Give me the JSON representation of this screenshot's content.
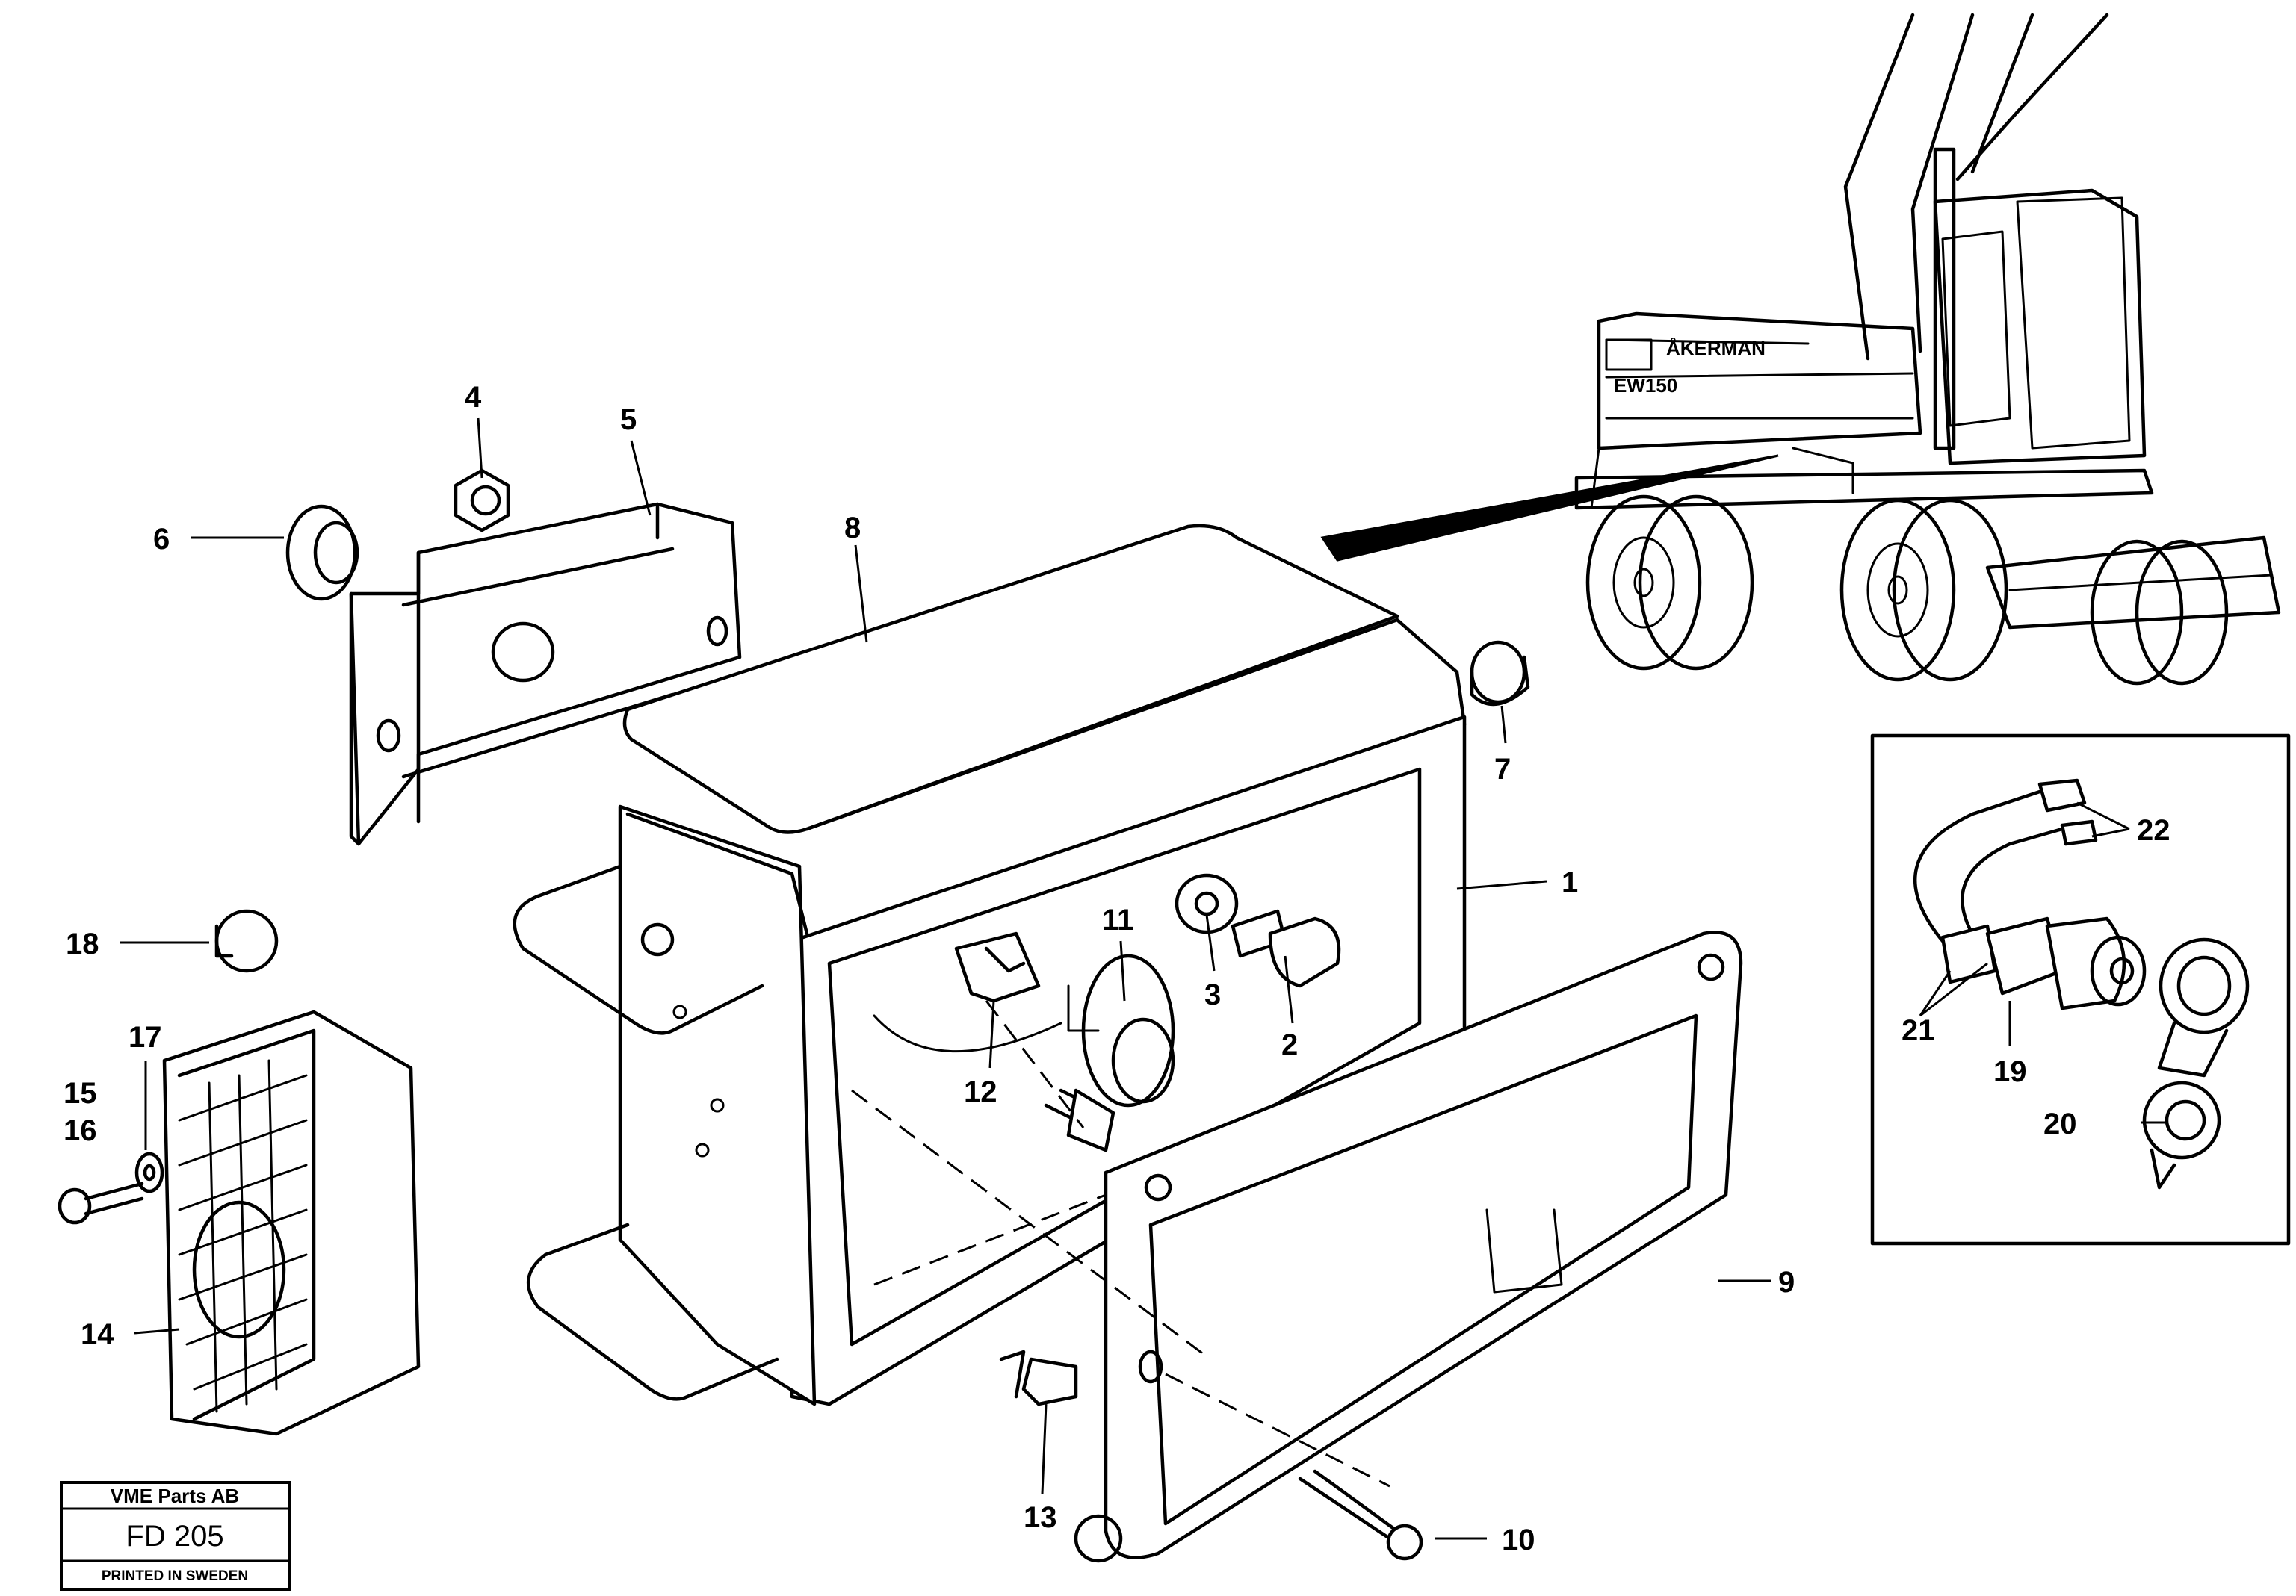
{
  "title_block": {
    "company": "VME Parts AB",
    "drawing_number": "FD 205",
    "printed": "PRINTED IN SWEDEN"
  },
  "machine_markings": {
    "brand": "ÅKERMAN",
    "model": "EW150"
  },
  "callouts": [
    "1",
    "2",
    "3",
    "4",
    "5",
    "6",
    "7",
    "8",
    "9",
    "10",
    "11",
    "12",
    "13",
    "14",
    "15",
    "16",
    "17",
    "18",
    "19",
    "20",
    "21",
    "22"
  ]
}
